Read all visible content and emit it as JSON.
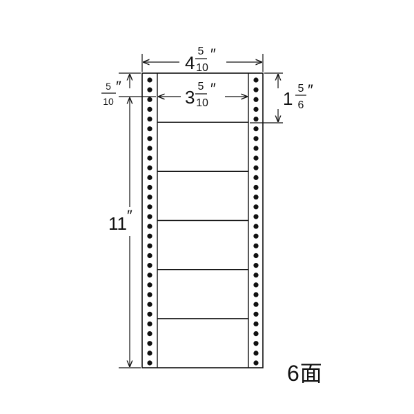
{
  "dimensions": {
    "overall_width": {
      "whole": "4",
      "numerator": "5",
      "denominator": "10",
      "unit_mark": "″"
    },
    "label_width": {
      "whole": "3",
      "numerator": "5",
      "denominator": "10",
      "unit_mark": "″"
    },
    "label_height": {
      "whole": "1",
      "numerator": "5",
      "denominator": "6",
      "unit_mark": "″"
    },
    "top_margin": {
      "numerator": "5",
      "denominator": "10",
      "unit_mark": "″"
    },
    "overall_height": {
      "whole": "11",
      "unit_mark": "″"
    }
  },
  "labels_count": 6,
  "count_label": "6面",
  "colors": {
    "stroke": "#111111",
    "background": "#ffffff"
  }
}
